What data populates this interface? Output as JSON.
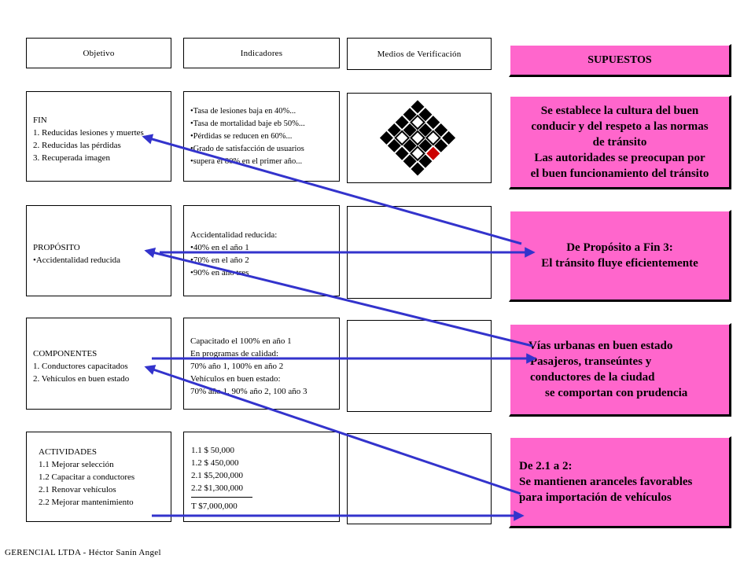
{
  "headers": {
    "objetivo": "Objetivo",
    "indicadores": "Indicadores",
    "medios": "Medios de Verificación",
    "supuestos": "SUPUESTOS"
  },
  "objetivos": [
    {
      "lines": [
        "FIN",
        "1. Reducidas lesiones  y muertes",
        "2. Reducidas las pérdidas",
        "3. Recuperada imagen"
      ]
    },
    {
      "lines": [
        "PROPÓSITO",
        "•Accidentalidad reducida"
      ]
    },
    {
      "lines": [
        "COMPONENTES",
        "1. Conductores capacitados",
        "2. Vehículos en buen estado"
      ]
    },
    {
      "lines": [
        "ACTIVIDADES",
        "1.1 Mejorar selección",
        "1.2 Capacitar a conductores",
        "2.1 Renovar vehículos",
        "2.2 Mejorar mantenimiento"
      ]
    }
  ],
  "indicadores": [
    {
      "lines": [
        "•Tasa de lesiones baja en 40%...",
        "•Tasa de mortalidad baje eb 50%...",
        "•Pérdidas se reducen en 60%...",
        "•Grado de satisfacción de usuarios",
        "•supera el 80% en el primer año..."
      ]
    },
    {
      "lines": [
        "Accidentalidad reducida:",
        "•40% en el año 1",
        "•70% en el año 2",
        "•90% en año tres"
      ]
    },
    {
      "lines": [
        "Capacitado el 100% en año 1",
        "En  programas de calidad:",
        "70% año 1, 100% en año 2",
        "Vehículos en buen estado:",
        "70% año 1, 90%  año 2, 100 año 3"
      ]
    },
    {
      "lines": [
        "1.1 $    50,000",
        "1.2 $   450,000",
        "2.1 $5,200,000",
        "2.2 $1,300,000"
      ],
      "total": "T   $7,000,000"
    }
  ],
  "supuestos": [
    {
      "lines": [
        "Se establece la cultura del buen",
        "conducir y del respeto a las normas",
        "de tránsito",
        "Las autoridades se preocupan por",
        "el buen funcionamiento del tránsito"
      ]
    },
    {
      "lines": [
        "De Propósito a Fin 3:",
        "El tránsito fluye eficientemente"
      ]
    },
    {
      "lines": [
        "Vías urbanas en buen estado",
        "Pasajeros, transeúntes y",
        "conductores de la ciudad",
        "se comportan con prudencia"
      ]
    },
    {
      "lines": [
        "De 2.1 a 2:",
        "Se mantienen aranceles favorables",
        "para importación de vehículos"
      ]
    }
  ],
  "footer": "GERENCIAL LTDA - Héctor Sanín Angel",
  "colors": {
    "supuesto_fill": "#ff66cc",
    "arrow": "#3333cc",
    "logo_dark": "#000000",
    "logo_accent": "#cc0000"
  },
  "icons": {
    "medios_fin": "diamond-grid-logo-icon"
  }
}
